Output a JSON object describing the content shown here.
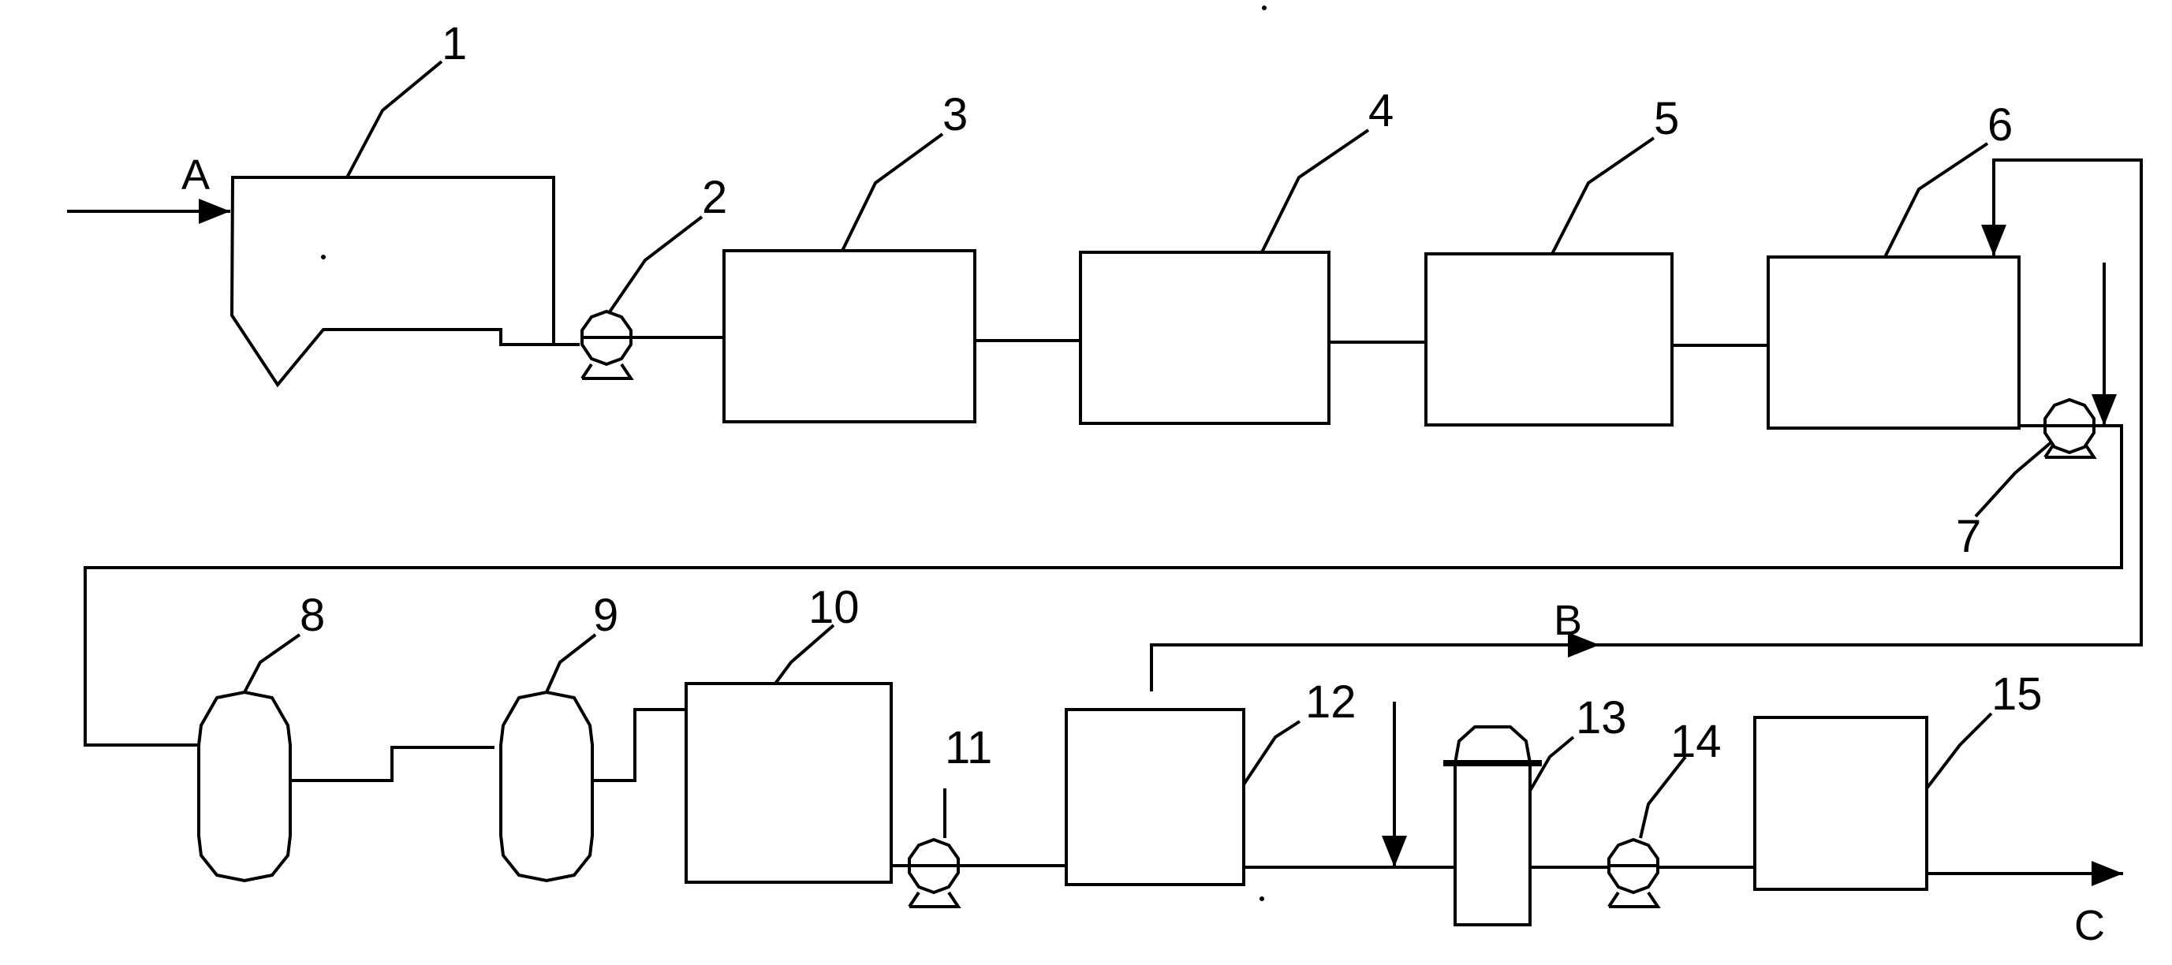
{
  "stream_labels": {
    "inlet": "A",
    "recycle": "B",
    "outlet": "C"
  },
  "component_numbers": [
    "1",
    "2",
    "3",
    "4",
    "5",
    "6",
    "7",
    "8",
    "9",
    "10",
    "11",
    "12",
    "13",
    "14",
    "15"
  ],
  "colors": {
    "line": "#000000",
    "background": "#ffffff"
  }
}
